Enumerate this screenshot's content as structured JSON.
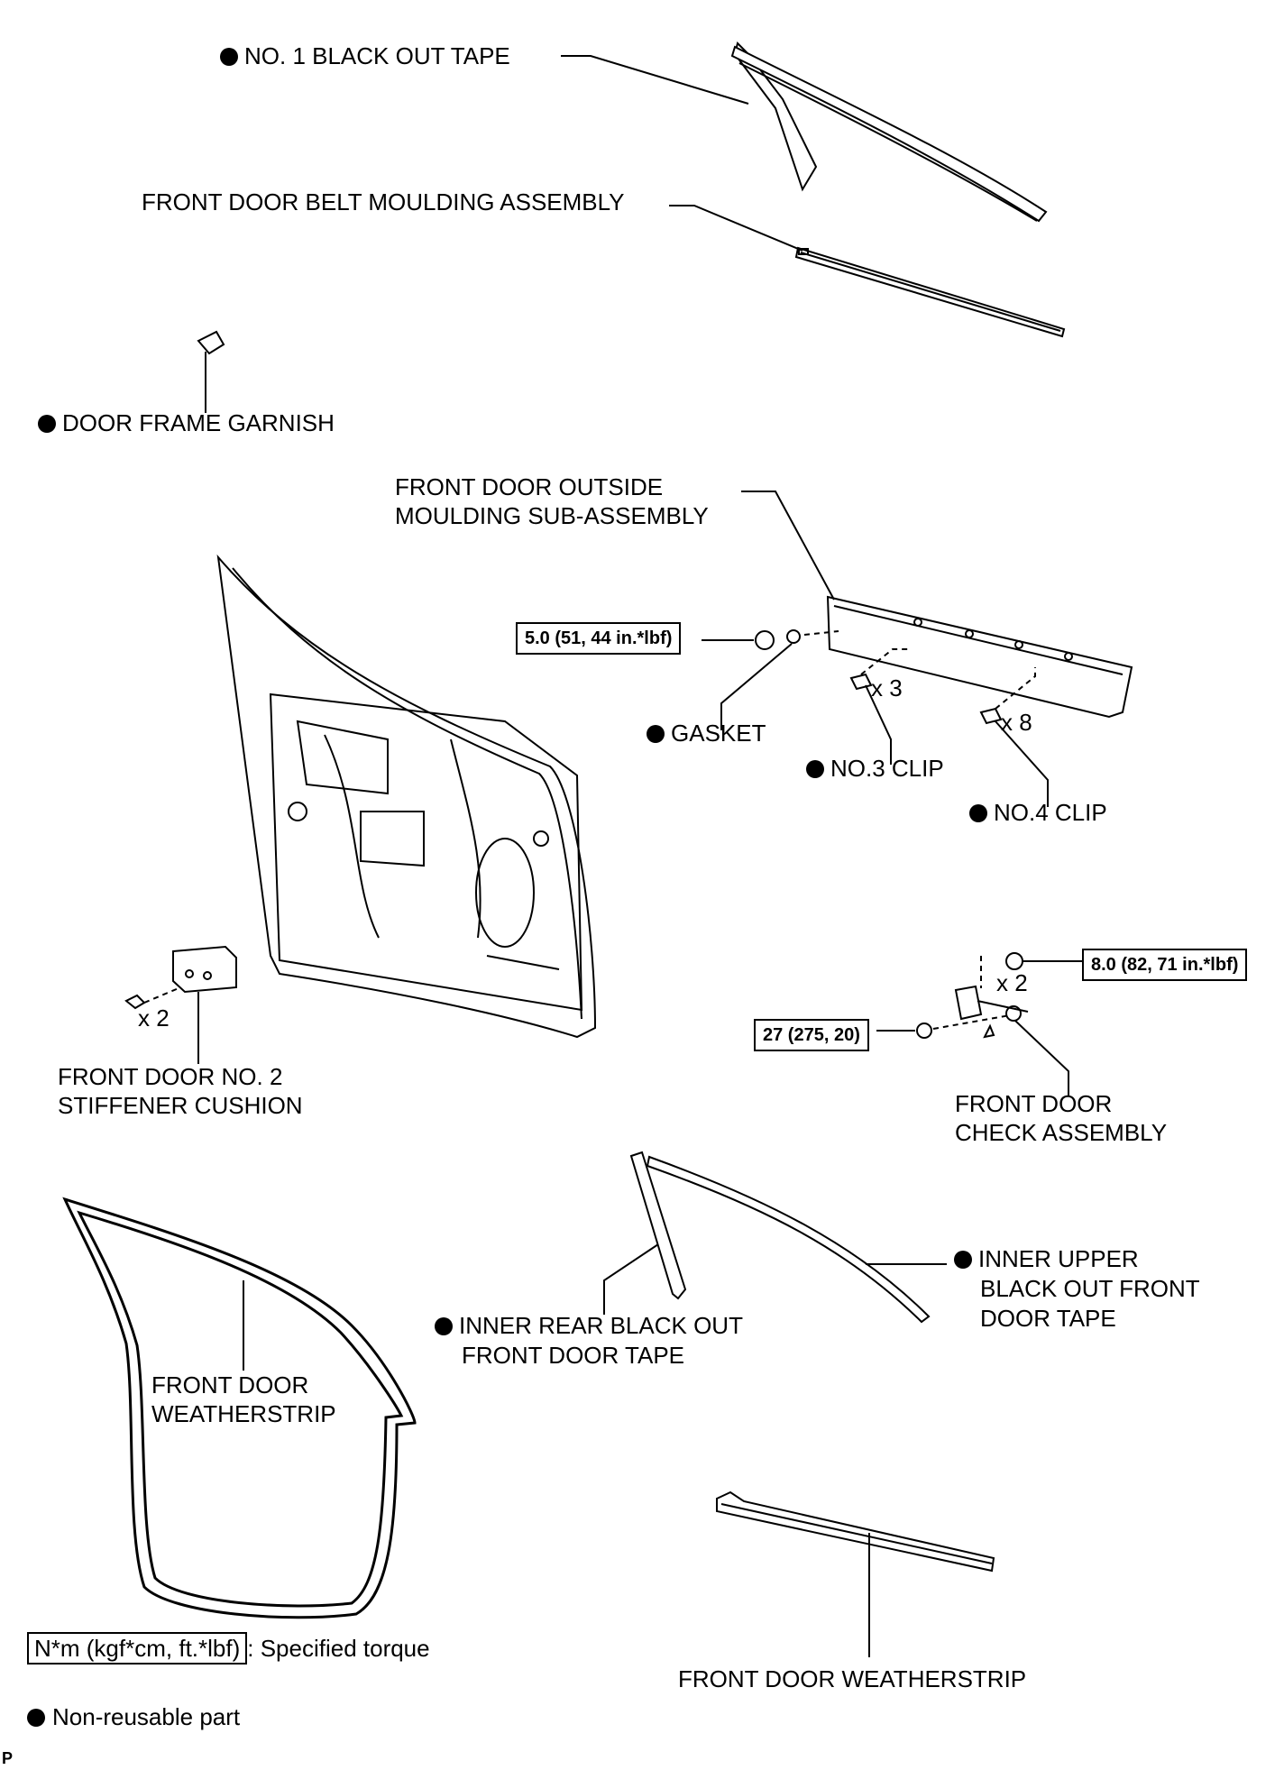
{
  "labels": {
    "blackout_tape": "NO. 1 BLACK OUT TAPE",
    "belt_moulding": "FRONT DOOR BELT MOULDING ASSEMBLY",
    "frame_garnish": "DOOR FRAME GARNISH",
    "outside_moulding_1": "FRONT DOOR OUTSIDE",
    "outside_moulding_2": "MOULDING SUB-ASSEMBLY",
    "gasket": "GASKET",
    "no3_clip": "NO.3 CLIP",
    "no4_clip": "NO.4 CLIP",
    "stiffener_1": "FRONT DOOR NO. 2",
    "stiffener_2": "STIFFENER CUSHION",
    "check_1": "FRONT DOOR",
    "check_2": "CHECK ASSEMBLY",
    "inner_upper_1": "INNER UPPER",
    "inner_upper_2": "BLACK OUT FRONT",
    "inner_upper_3": "DOOR TAPE",
    "inner_rear_1": "INNER REAR BLACK OUT",
    "inner_rear_2": "FRONT DOOR TAPE",
    "weatherstrip_left_1": "FRONT DOOR",
    "weatherstrip_left_2": "WEATHERSTRIP",
    "weatherstrip_bottom": "FRONT DOOR WEATHERSTRIP"
  },
  "torques": {
    "moulding_nut": "5.0 (51, 44 in.*lbf)",
    "check_nut": "8.0 (82, 71 in.*lbf)",
    "check_bolt": "27 (275, 20)"
  },
  "quantities": {
    "no3_clip": "x 3",
    "no4_clip": "x 8",
    "stiffener_bolt": "x 2",
    "check_nut": "x 2"
  },
  "legend": {
    "torque_box": "N*m (kgf*cm, ft.*lbf)",
    "torque_text": ": Specified torque",
    "nonreusable_text": "Non-reusable part"
  },
  "figure_code": "P"
}
